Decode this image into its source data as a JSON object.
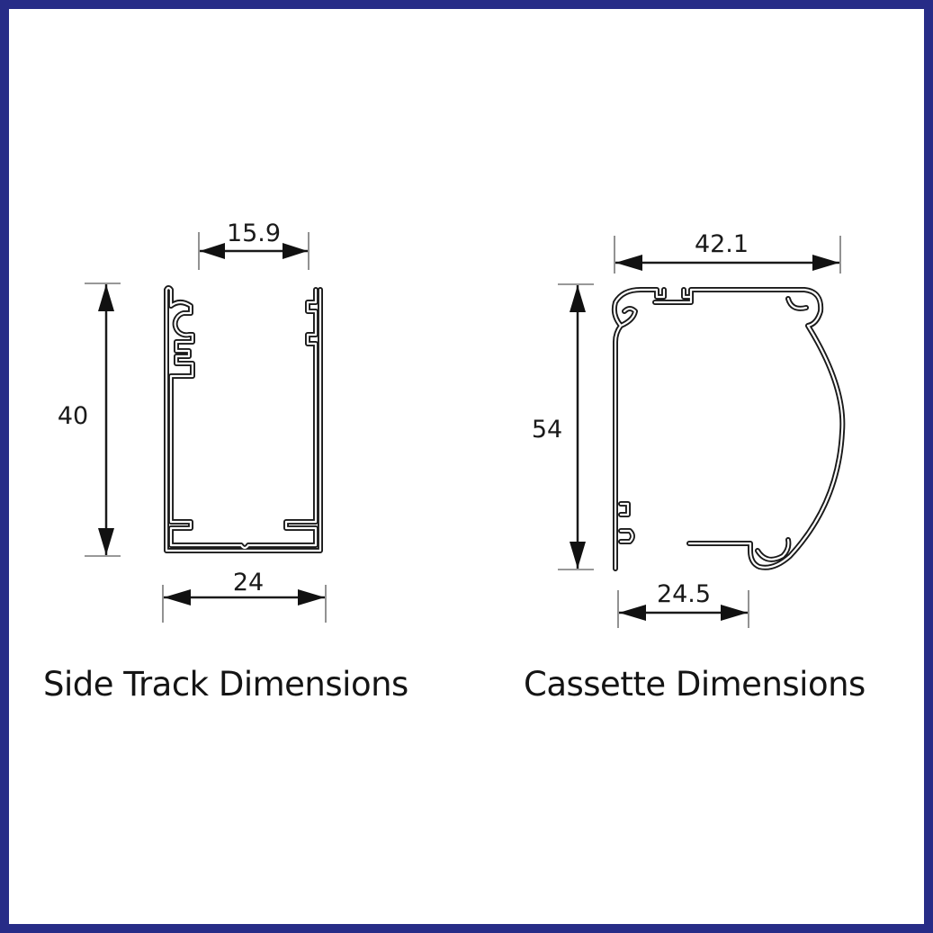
{
  "frame": {
    "border_color": "#272c87",
    "background": "#ffffff"
  },
  "side_track": {
    "caption": "Side Track Dimensions",
    "dimensions": {
      "top_opening": "15.9",
      "height": "40",
      "width": "24"
    }
  },
  "cassette": {
    "caption": "Cassette Dimensions",
    "dimensions": {
      "width": "42.1",
      "height": "54",
      "bottom_opening": "24.5"
    }
  }
}
